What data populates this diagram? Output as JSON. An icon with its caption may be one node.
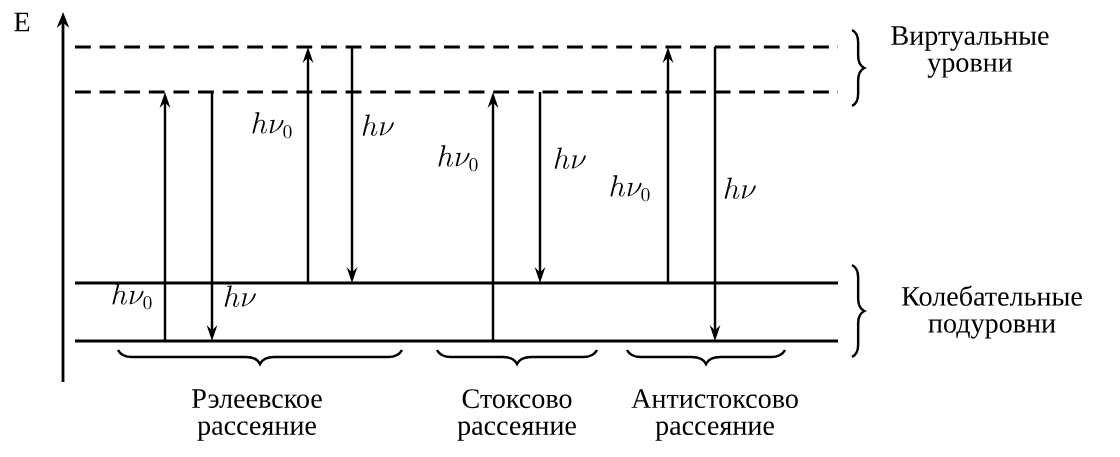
{
  "diagram": {
    "labels": [
      "E",
      "Виртуальные уровни",
      "h\\nu_{0}",
      "h\\nu",
      "h\\nu_{0}",
      "h\\nu",
      "h\\nu_{0}",
      "h\\nu",
      "h\\nu_{0}",
      "h\\nu",
      "Колебательные подуровни",
      "Рэлеевское рассеяние",
      "Стоксово рассеяние",
      "Антистоксово рассеяние"
    ]
  }
}
